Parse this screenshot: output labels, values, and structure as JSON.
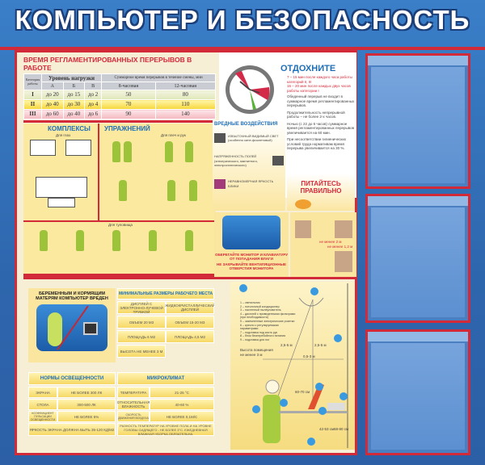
{
  "title": "КОМПЬЮТЕР И БЕЗОПАСНОСТЬ",
  "breaks": {
    "heading": "ВРЕМЯ РЕГЛАМЕНТИРОВАННЫХ ПЕРЕРЫВОВ В РАБОТЕ",
    "col_category": "Категория работы",
    "col_load": "Уровень нагрузки",
    "col_total": "Суммарное время перерывов в течение смены, мин",
    "sub": [
      "А",
      "Б",
      "В",
      "8-часовая",
      "12-часовая"
    ],
    "rows": [
      [
        "I",
        "до 20",
        "до 15",
        "до 2",
        "50",
        "80"
      ],
      [
        "II",
        "до 40",
        "до 30",
        "до 4",
        "70",
        "110"
      ],
      [
        "III",
        "до 60",
        "до 40",
        "до 6",
        "90",
        "140"
      ]
    ]
  },
  "exercises": {
    "heading1": "КОМПЛЕКСЫ",
    "heading2": "УПРАЖНЕНИЙ",
    "eyes": "Для глаз",
    "arms": "Для плеч и рук",
    "torso": "Для туловища"
  },
  "rest": {
    "heading": "ОТДОХНИТЕ",
    "lines": [
      "7 – 15 мин после каждого часа работы категорий II, III",
      "15 – 20 мин после каждых двух часов работы категории I",
      "Обеденный перерыв не входит в суммарное время регламентированных перерывов.",
      "Продолжительность непрерывной работы – не более 2-х часов.",
      "Ночью (с 22 до 6 часов) суммарное время регламентированных перерывов увеличивается на 60 мин.",
      "При несоответствии гигиенических условий труда нормативам время перерыва увеличивается на 30 %."
    ]
  },
  "harm": {
    "heading": "ВРЕДНЫЕ ВОЗДЕЙСТВИЯ",
    "items": [
      "ИЗБЫТОЧНЫЙ ВИДИМЫЙ СВЕТ (особенно сине-фиолетовый)",
      "НАПРЯЖЕННОСТЬ ПОЛЕЙ (электрического, магнитного, электростатического)",
      "НЕРАВНОМЕРНАЯ ЯРКОСТЬ БЛИКИ"
    ]
  },
  "eat": "ПИТАЙТЕСЬ ПРАВИЛЬНО",
  "monitor": {
    "line1": "ОБЕРЕГАЙТЕ МОНИТОР И КЛАВИАТУРУ ОТ ПОПАДАНИЯ ВЛАГИ",
    "line2": "НЕ ЗАКРЫВАЙТЕ ВЕНТИЛЯЦИОННЫЕ ОТВЕРСТИЯ МОНИТОРА"
  },
  "placement": {
    "d1": "не менее 2 м",
    "d2": "не менее 1,2 м"
  },
  "pregnant": "БЕРЕМЕННЫМ И КОРМЯЩИМ МАТЕРЯМ КОМПЬЮТЕР ВРЕДЕН",
  "minsize": {
    "heading": "МИНИМАЛЬНЫЕ РАЗМЕРЫ РАБОЧЕГО МЕСТА",
    "cells": [
      "ДИСПЛЕЙ С ЭЛЕКТРОННО-ЛУЧЕВОЙ ТРУБКОЙ",
      "ЖИДКОКРИСТАЛЛИЧЕСКИЙ ДИСПЛЕЙ",
      "ОБЪЕМ 20 М3",
      "ОБЪЕМ 15-20 М3",
      "ПЛОЩАДЬ 6 М2",
      "ПЛОЩАДЬ 4,5 М2",
      "ВЫСОТА НЕ МЕНЕЕ 3 М"
    ]
  },
  "light": {
    "heading": "НОРМЫ ОСВЕЩЕННОСТИ",
    "rows": [
      [
        "ЭКРАНА",
        "НЕ БОЛЕЕ 300 ЛК"
      ],
      [
        "СТОЛА",
        "300-500 ЛК"
      ],
      [
        "КОЭФФИЦИЕНТ ПУЛЬСАЦИИ ОСВЕЩЕННОСТИ",
        "НЕ БОЛЕЕ 5%"
      ]
    ],
    "note": "ЯРКОСТЬ ЭКРАНА ДОЛЖНА БЫТЬ 35-120 КД/М2"
  },
  "climate": {
    "heading": "МИКРОКЛИМАТ",
    "rows": [
      [
        "ТЕМПЕРАТУРА",
        "21-25 °С"
      ],
      [
        "ОТНОСИТЕЛЬНАЯ ВЛАЖНОСТЬ",
        "40-60 %"
      ],
      [
        "СКОРОСТЬ ДВИЖЕНИЯ ВОЗДУХА",
        "НЕ БОЛЕЕ 0,1М/С"
      ]
    ],
    "note": "РАЗНОСТЬ ТЕМПЕРАТУР НА УРОВНЕ ПОЛА И НА УРОВНЕ ГОЛОВЫ СИДЯЩЕГО - НЕ БОЛЕЕ 3°С. ЕЖЕДНЕВНАЯ ВЛАЖНАЯ УБОРКА ОБЯЗАТЕЛЬНА."
  },
  "ergo": {
    "legend": [
      "1 – светильник",
      "2 – потолочный кондиционер",
      "3 – настенный пылеуловитель",
      "4 – дисплей с приведенными фильтрами (при необходимости)",
      "5 – заземленные электрические розетки",
      "6 – кресло с регулируемыми параметрами",
      "7 – подставка под кисть рук",
      "8 – блок бесперебойного питания",
      "9 – подставка для ног"
    ],
    "height": "Высота помещения не менее 3 м",
    "d1": "2,5-5 м",
    "d2": "2,5-5 м",
    "d3": "0,5-3 м",
    "d4": "60-70 см",
    "d5": "42-53 см",
    "d6": "68-80 см"
  },
  "colors": {
    "background": "#2e66ad",
    "accent_red": "#d32a3a",
    "heading_blue": "#1e6fb8",
    "panel": "#f7eed6"
  }
}
